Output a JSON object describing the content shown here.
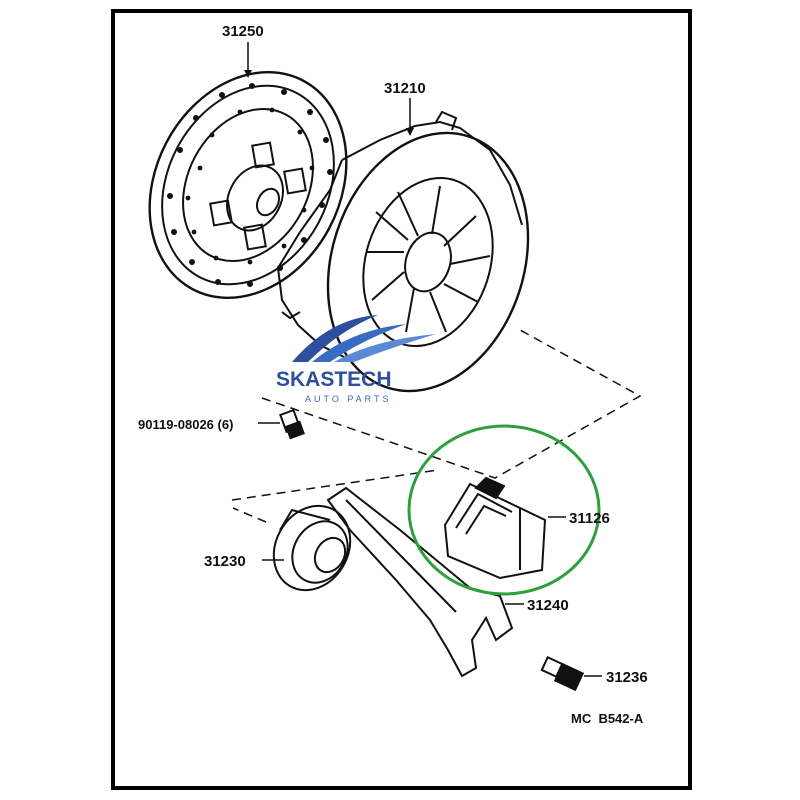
{
  "diagram": {
    "parts": [
      {
        "id": "clutch-disc",
        "number": "31250"
      },
      {
        "id": "clutch-cover",
        "number": "31210"
      },
      {
        "id": "bolt",
        "number": "90119-08026 (6)"
      },
      {
        "id": "boot",
        "number": "31126"
      },
      {
        "id": "release-bearing",
        "number": "31230"
      },
      {
        "id": "release-fork",
        "number": "31240"
      },
      {
        "id": "pivot",
        "number": "31236"
      }
    ],
    "reference_code": "MC  B542-A",
    "highlight_color": "#2e9e3e"
  },
  "watermark": {
    "brand": "SKASTECH",
    "tagline": "AUTO PARTS"
  }
}
